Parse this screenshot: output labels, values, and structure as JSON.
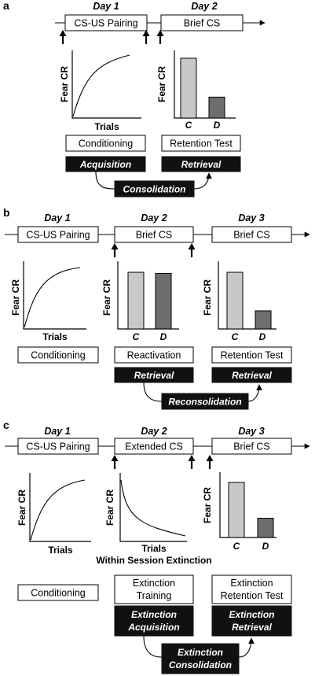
{
  "colors": {
    "black": "#111111",
    "bar_light": "#c8c8c8",
    "bar_dark": "#6e6e6e"
  },
  "panel_a": {
    "label": "a",
    "day1": "Day 1",
    "day2": "Day 2",
    "phase1": "CS-US Pairing",
    "phase2": "Brief CS",
    "chart1": {
      "ylabel": "Fear CR",
      "xlabel": "Trials"
    },
    "chart2": {
      "ylabel": "Fear CR",
      "categories": [
        "C",
        "D"
      ],
      "values": [
        1.0,
        0.35
      ]
    },
    "box1": "Conditioning",
    "box2": "Retention Test",
    "black1": "Acquisition",
    "black2": "Retrieval",
    "bridge": "Consolidation"
  },
  "panel_b": {
    "label": "b",
    "day1": "Day 1",
    "day2": "Day 2",
    "day3": "Day 3",
    "phase1": "CS-US Pairing",
    "phase2": "Brief CS",
    "phase3": "Brief CS",
    "chart1": {
      "ylabel": "Fear CR",
      "xlabel": "Trials"
    },
    "chart2": {
      "ylabel": "Fear CR",
      "categories": [
        "C",
        "D"
      ],
      "values": [
        1.0,
        0.98
      ]
    },
    "chart3": {
      "ylabel": "Fear CR",
      "categories": [
        "C",
        "D"
      ],
      "values": [
        1.0,
        0.32
      ]
    },
    "box1": "Conditioning",
    "box2": "Reactivation",
    "box3": "Retention Test",
    "black2": "Retrieval",
    "black3": "Retrieval",
    "bridge": "Reconsolidation"
  },
  "panel_c": {
    "label": "c",
    "day1": "Day 1",
    "day2": "Day 2",
    "day3": "Day 3",
    "phase1": "CS-US Pairing",
    "phase2": "Extended CS",
    "phase3": "Brief CS",
    "chart1": {
      "ylabel": "Fear CR",
      "xlabel": "Trials"
    },
    "chart2": {
      "ylabel": "Fear CR",
      "xlabel": "Trials",
      "note": "Within Session Extinction"
    },
    "chart3": {
      "ylabel": "Fear CR",
      "categories": [
        "C",
        "D"
      ],
      "values": [
        1.0,
        0.35
      ]
    },
    "box1": "Conditioning",
    "box2_l1": "Extinction",
    "box2_l2": "Training",
    "box3_l1": "Extinction",
    "box3_l2": "Retention Test",
    "black2_l1": "Extinction",
    "black2_l2": "Acquisition",
    "black3_l1": "Extinction",
    "black3_l2": "Retrieval",
    "bridge_l1": "Extinction",
    "bridge_l2": "Consolidation"
  }
}
